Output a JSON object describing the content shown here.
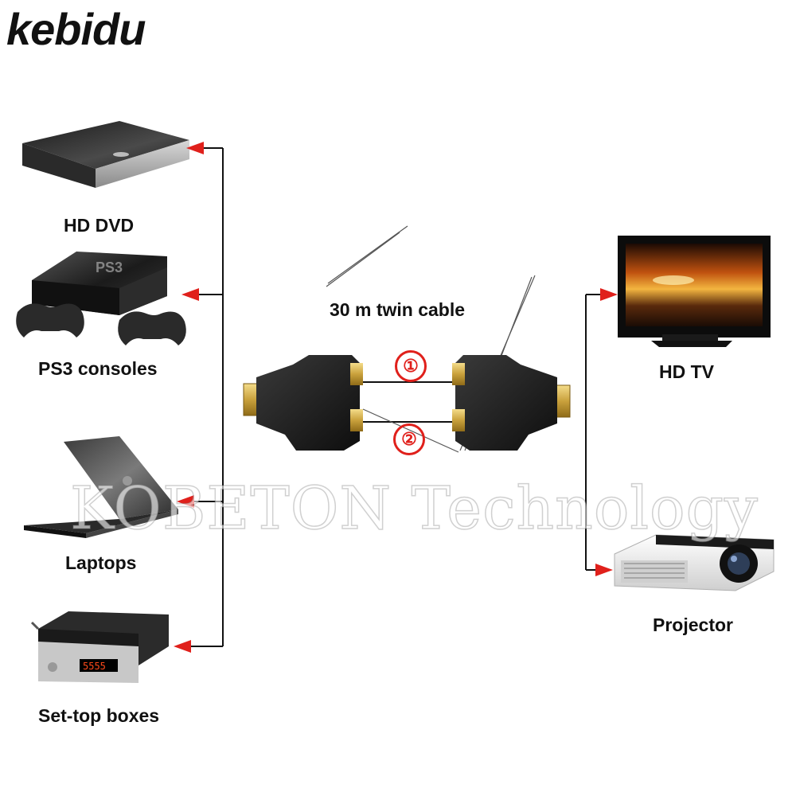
{
  "brand": "kebidu",
  "watermark": "KOBETON Technology",
  "cable_label": "30 m twin cable",
  "cable_numbers": [
    "①",
    "②"
  ],
  "sources": [
    {
      "label": "HD DVD",
      "icon": "hd-dvd-player-icon"
    },
    {
      "label": "PS3 consoles",
      "icon": "ps3-console-icon"
    },
    {
      "label": "Laptops",
      "icon": "laptop-icon"
    },
    {
      "label": "Set-top boxes",
      "icon": "set-top-box-icon"
    }
  ],
  "displays": [
    {
      "label": "HD TV",
      "icon": "hd-tv-icon"
    },
    {
      "label": "Projector",
      "icon": "projector-icon"
    }
  ],
  "colors": {
    "arrow": "#e0201b",
    "line": "#111111"
  }
}
